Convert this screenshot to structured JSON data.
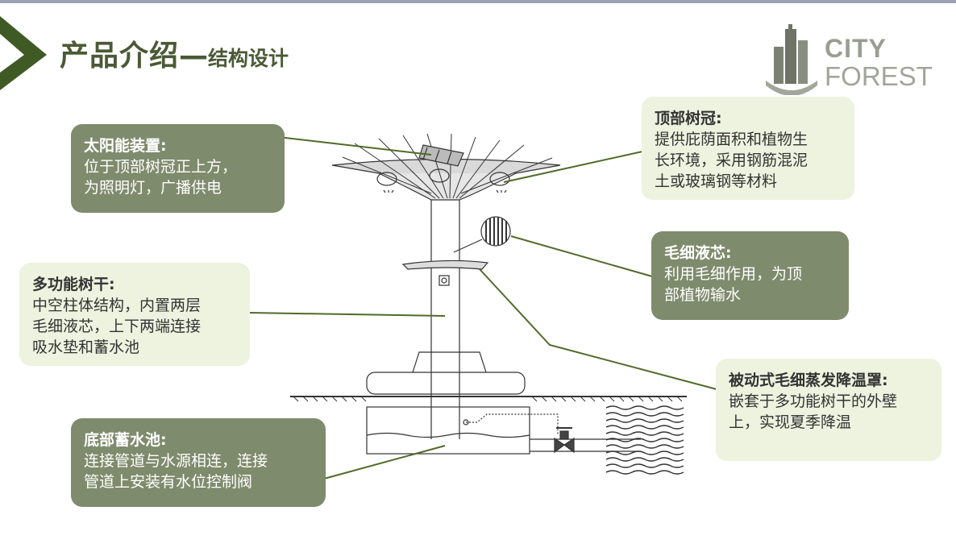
{
  "header": {
    "title_main": "产品介绍",
    "title_dash": "—",
    "title_sub": "结构设计"
  },
  "logo": {
    "line1": "CITY",
    "line2": "FOREST",
    "icon": "city-forest-logo-icon"
  },
  "callouts": {
    "solar": {
      "title": "太阳能装置:",
      "body": "位于顶部树冠正上方，\n为照明灯，广播供电"
    },
    "crown": {
      "title": "顶部树冠:",
      "body": "提供庇荫面积和植物生\n长环境，采用钢筋混泥\n土或玻璃钢等材料"
    },
    "trunk": {
      "title": "多功能树干:",
      "body": "中空柱体结构，内置两层\n毛细液芯，上下两端连接\n吸水垫和蓄水池"
    },
    "wick": {
      "title": "毛细液芯:",
      "body": "利用毛细作用，为顶\n部植物输水"
    },
    "cover": {
      "title": "被动式毛细蒸发降温罩:",
      "body": "嵌套于多功能树干的外壁\n上，实现夏季降温"
    },
    "tank": {
      "title": "底部蓄水池:",
      "body": "连接管道与水源相连，连接\n管道上安装有水位控制阀"
    }
  },
  "colors": {
    "title": "#4a5a35",
    "dark_callout": "#7e8b6c",
    "light_callout": "#eef3e0",
    "leader_line": "#4f6b2a",
    "corner_triangle": "#3f5a25"
  }
}
